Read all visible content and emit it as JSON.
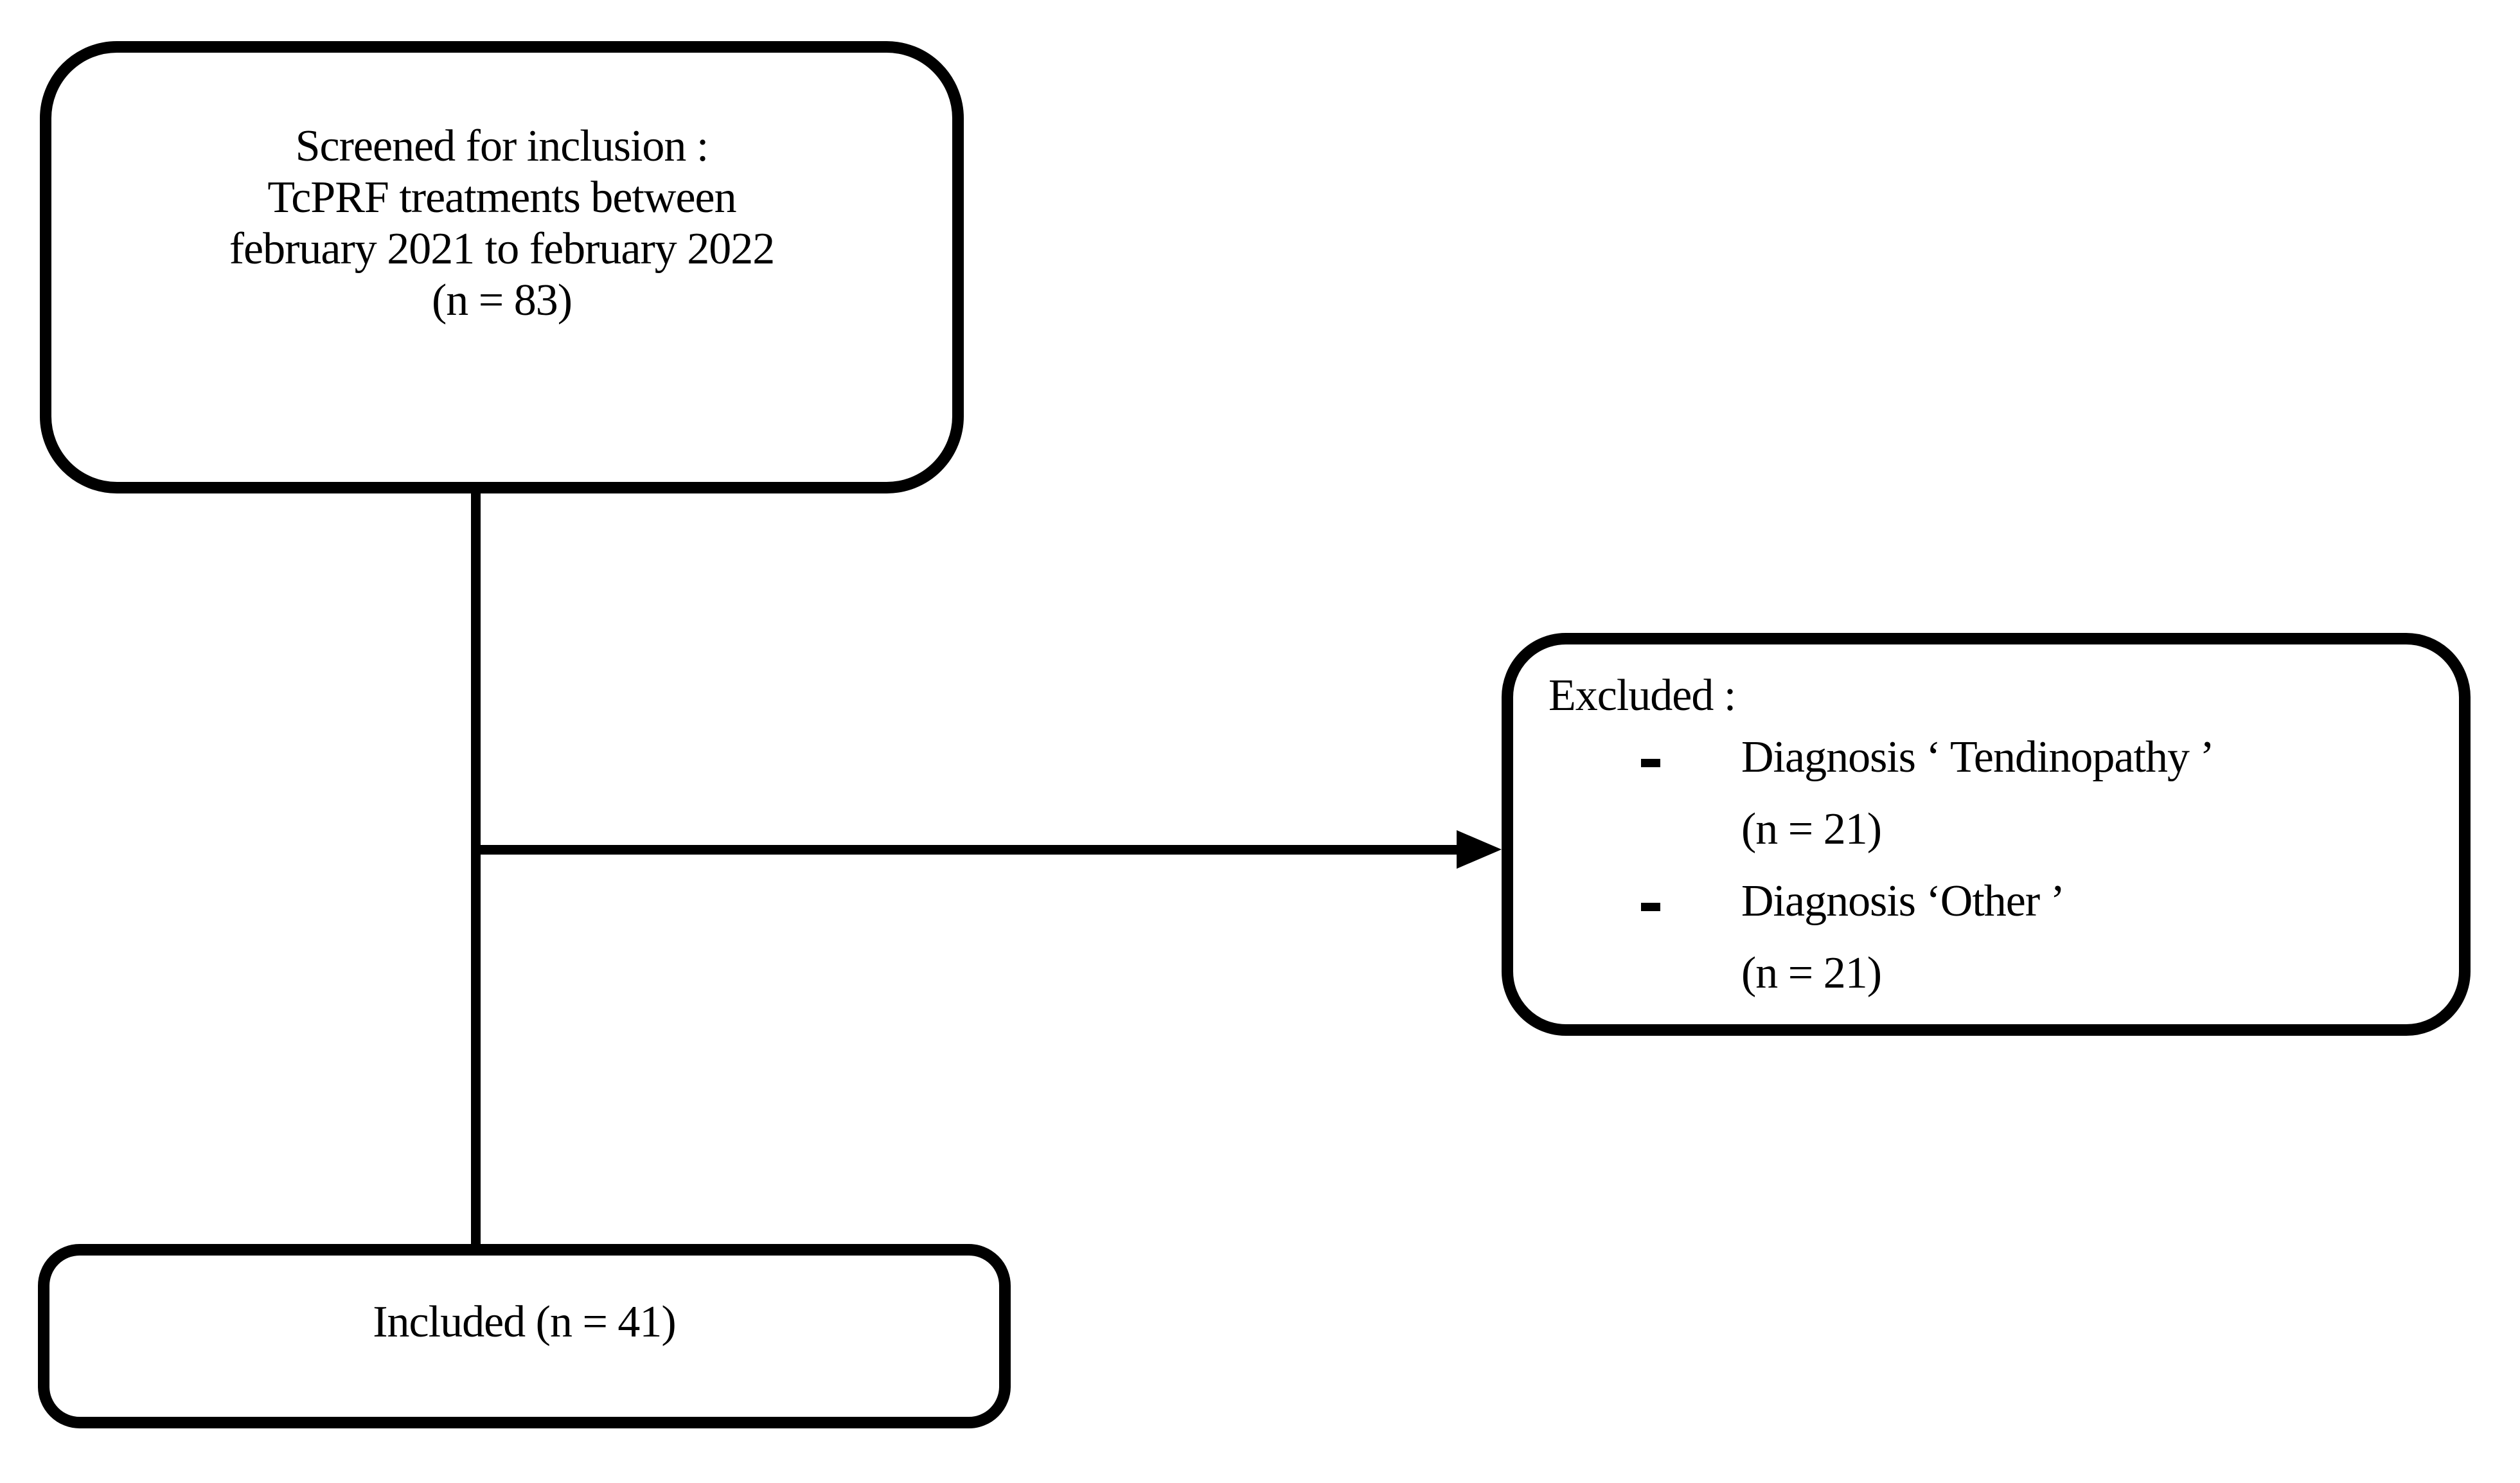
{
  "figure": {
    "background_color": "#ffffff",
    "line_color": "#000000"
  },
  "screened_box": {
    "lines": [
      "Screened for inclusion :",
      "TcPRF treatments between",
      "february 2021 to february 2022",
      "(n = 83)"
    ]
  },
  "excluded_box": {
    "title": "Excluded :",
    "items": [
      {
        "label": "Diagnosis ‘ Tendinopathy ’",
        "count": "(n = 21)"
      },
      {
        "label": "Diagnosis ‘Other ’",
        "count": "(n = 21)"
      }
    ]
  },
  "included_box": {
    "label": "Included (n = 41)"
  },
  "icons": {
    "arrowhead": "filled-right-triangle",
    "bullet": "short-dash"
  }
}
